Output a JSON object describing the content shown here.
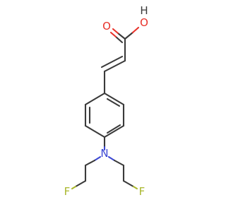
{
  "molecule": {
    "atoms": {
      "hydroxyl_H": "H",
      "hydroxyl_O": "O",
      "carbonyl_O": "O",
      "amine_N": "N",
      "fluorine_left": "F",
      "fluorine_right": "F"
    },
    "colors": {
      "bond": "#3a3a3a",
      "oxygen": "#e8322a",
      "nitrogen": "#3b47d4",
      "fluorine": "#a9b72c"
    }
  }
}
